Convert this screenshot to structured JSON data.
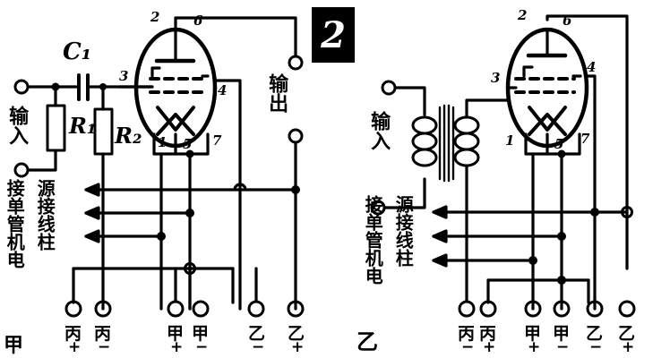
{
  "figure": {
    "number_badge": "2",
    "left_caption": "甲",
    "right_caption": "乙"
  },
  "left_circuit": {
    "name": "single-tube-amplifier-rc-coupled",
    "input_label": "输入",
    "output_label": "输出",
    "components": {
      "capacitor": "C₁",
      "resistor1": "R₁",
      "resistor2": "R₂"
    },
    "tube_pins": [
      "1",
      "2",
      "3",
      "4",
      "5",
      "6",
      "7"
    ],
    "terminal_text_col_right": "源接线柱",
    "terminal_text_col_left": "接单管机电",
    "bottom_terminals": [
      {
        "name": "丙+",
        "char": "丙",
        "sign": "+"
      },
      {
        "name": "丙−",
        "char": "丙",
        "sign": "−"
      },
      {
        "name": "甲+",
        "char": "甲",
        "sign": "+"
      },
      {
        "name": "甲−",
        "char": "甲",
        "sign": "−"
      },
      {
        "name": "乙−",
        "char": "乙",
        "sign": "−"
      },
      {
        "name": "乙+",
        "char": "乙",
        "sign": "+"
      }
    ]
  },
  "right_circuit": {
    "name": "single-tube-amplifier-transformer-coupled",
    "input_label": "输入",
    "components": {
      "transformer": "input-transformer"
    },
    "tube_pins": [
      "1",
      "2",
      "3",
      "4",
      "5",
      "6",
      "7"
    ],
    "terminal_text_col_right": "源接线柱",
    "terminal_text_col_left": "接单管机电",
    "bottom_terminals": [
      {
        "name": "丙−",
        "char": "丙",
        "sign": "−"
      },
      {
        "name": "丙+",
        "char": "丙",
        "sign": "+"
      },
      {
        "name": "甲+",
        "char": "甲",
        "sign": "+"
      },
      {
        "name": "甲−",
        "char": "甲",
        "sign": "−"
      },
      {
        "name": "乙−",
        "char": "乙",
        "sign": "−"
      },
      {
        "name": "乙+",
        "char": "乙",
        "sign": "+"
      }
    ]
  },
  "colors": {
    "ink": "#000000",
    "paper": "#ffffff"
  }
}
